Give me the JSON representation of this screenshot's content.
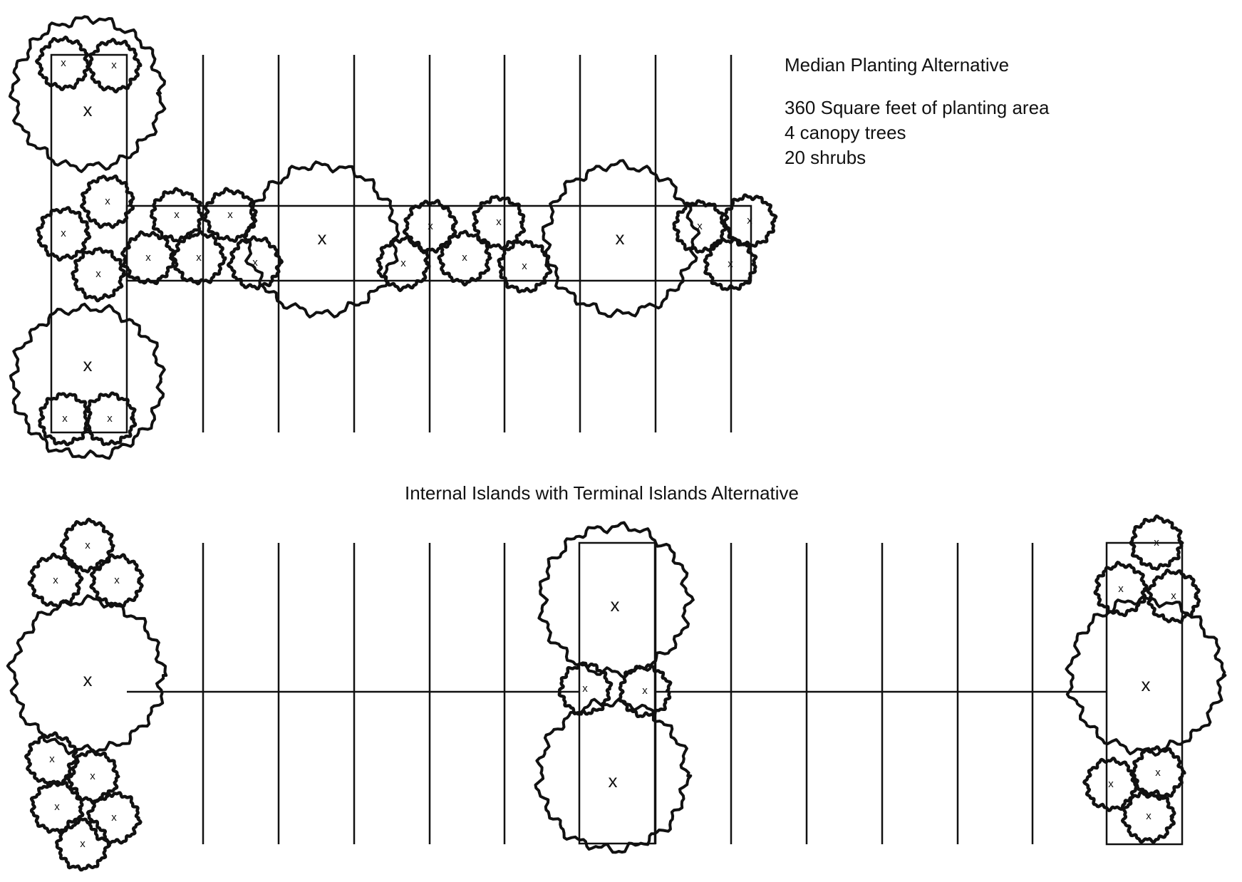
{
  "median": {
    "title": "Median Planting Alternative",
    "stats": [
      "360 Square feet of planting area",
      "4 canopy trees",
      "20 shrubs"
    ]
  },
  "islands": {
    "title": "Internal Islands with Terminal Islands Alternative"
  },
  "marker": "x",
  "colors": {
    "stroke": "#111111",
    "background": "#ffffff"
  }
}
